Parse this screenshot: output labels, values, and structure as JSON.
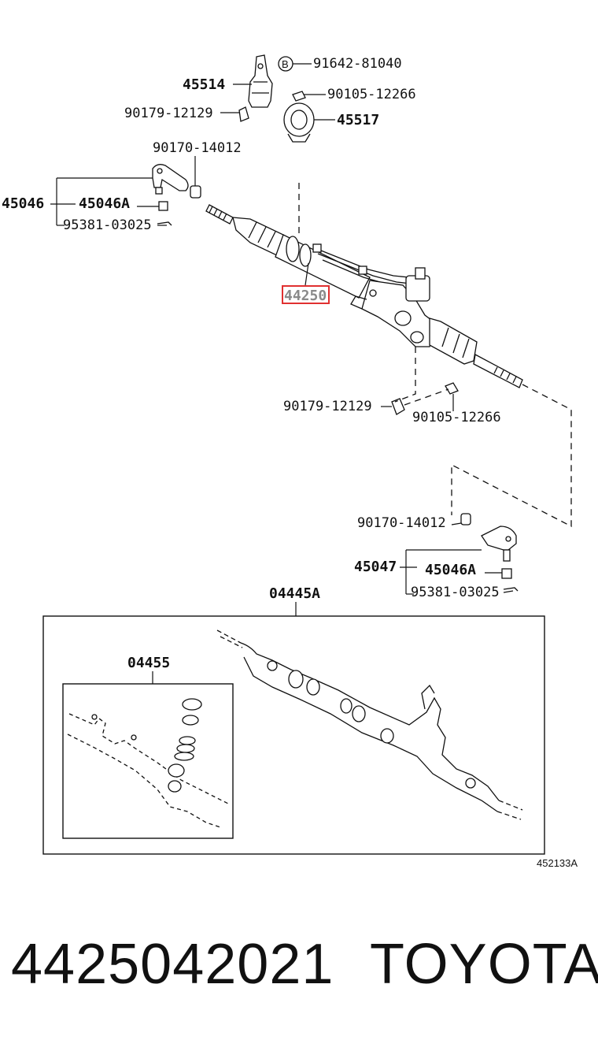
{
  "diagram": {
    "ref_code": "452133A",
    "highlight_color": "#e03030",
    "labels": {
      "bracket_45514": "45514",
      "bolt_b_label": "B",
      "bolt_91642": "91642-81040",
      "bolt_90105_top": "90105-12266",
      "clip_90179_top": "90179-12129",
      "grommet_45517": "45517",
      "nut_90170_top": "90170-14012",
      "tie_end_45046": "45046",
      "tie_end_45046a_top": "45046A",
      "pin_95381_top": "95381-03025",
      "rack_44250": "44250",
      "clip_90179_mid": "90179-12129",
      "bolt_90105_mid": "90105-12266",
      "nut_90170_bottom": "90170-14012",
      "tie_end_45047": "45047",
      "tie_end_45046a_bottom": "45046A",
      "pin_95381_bottom": "95381-03025",
      "kit_04445a": "04445A",
      "kit_04455": "04455"
    }
  },
  "footer": {
    "part_number": "4425042021",
    "brand": "TOYOTA"
  }
}
